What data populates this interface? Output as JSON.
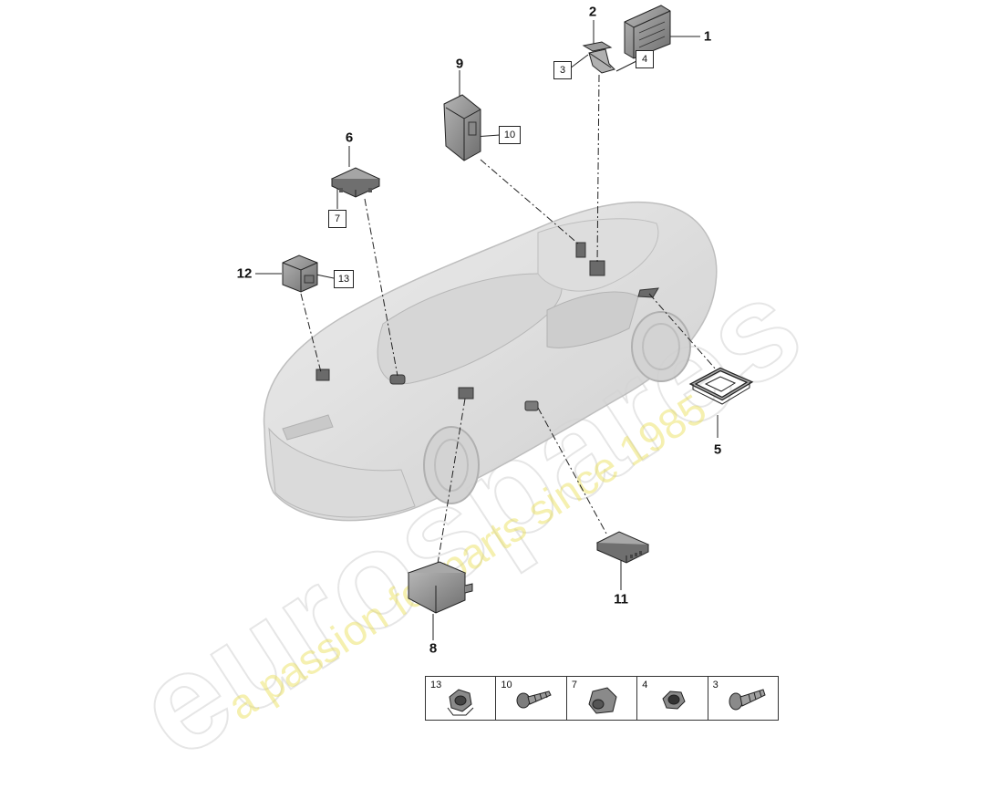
{
  "watermark": {
    "brand": "eurospares",
    "tagline": "a passion for parts since 1985"
  },
  "callouts": {
    "c1": "1",
    "c2": "2",
    "c5": "5",
    "c6": "6",
    "c8": "8",
    "c9": "9",
    "c11": "11",
    "c12": "12"
  },
  "boxed_refs": {
    "b3": "3",
    "b4": "4",
    "b7": "7",
    "b10": "10",
    "b13": "13"
  },
  "fastener_table": [
    {
      "number": "13",
      "icon": "flange-nut-icon"
    },
    {
      "number": "10",
      "icon": "self-tapping-screw-icon"
    },
    {
      "number": "7",
      "icon": "clip-nut-icon"
    },
    {
      "number": "4",
      "icon": "hex-nut-icon"
    },
    {
      "number": "3",
      "icon": "bolt-icon"
    }
  ],
  "colors": {
    "line": "#222222",
    "part_fill": "#8c8c8c",
    "car_fill": "#e4e4e4",
    "watermark_text": "#e8de50"
  }
}
